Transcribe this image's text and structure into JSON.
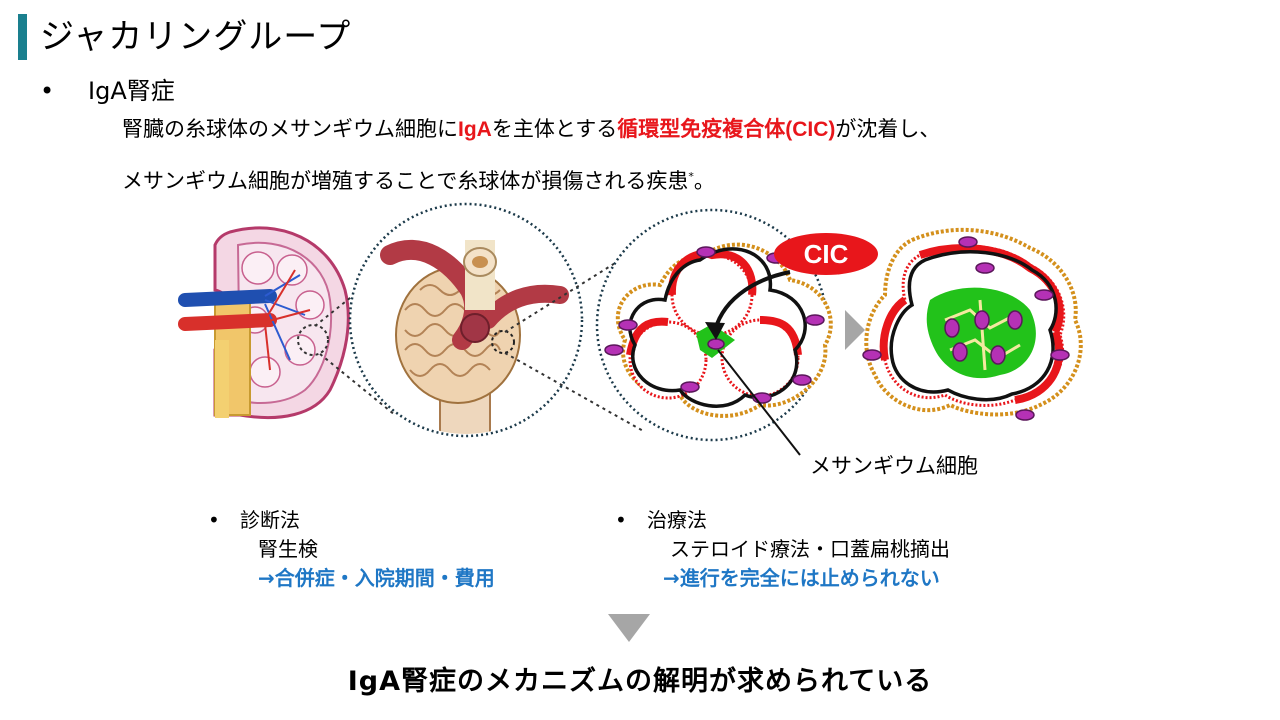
{
  "title": "ジャカリングループ",
  "bullet": {
    "marker": "•",
    "text": "IgA腎症"
  },
  "description": {
    "line1": {
      "a": "腎臓の糸球体のメサンギウム細胞に",
      "b": "IgA",
      "c": "を主体とする",
      "d": "循環型免疫複合体(CIC)",
      "e": "が沈着し、"
    },
    "line2": {
      "a": "メサンギウム細胞が増殖することで糸球体が損傷される疾患",
      "sup": "*",
      "b": "。"
    }
  },
  "diagram": {
    "cic_label": "CIC",
    "mesangial_label": "メサンギウム細胞"
  },
  "diagnosis": {
    "marker": "•",
    "heading": "診断法",
    "method": "腎生検",
    "issue": "→合併症・入院期間・費用"
  },
  "treatment": {
    "marker": "•",
    "heading": "治療法",
    "method": "ステロイド療法・口蓋扁桃摘出",
    "issue": "→進行を完全には止められない"
  },
  "conclusion": "IgA腎症のメカニズムの解明が求められている",
  "colors": {
    "accent_bar": "#1a7f8e",
    "red_text": "#e8161b",
    "blue_text": "#1f77c5",
    "mesangium_green": "#22c21a",
    "capsule_orange": "#d4901c"
  }
}
